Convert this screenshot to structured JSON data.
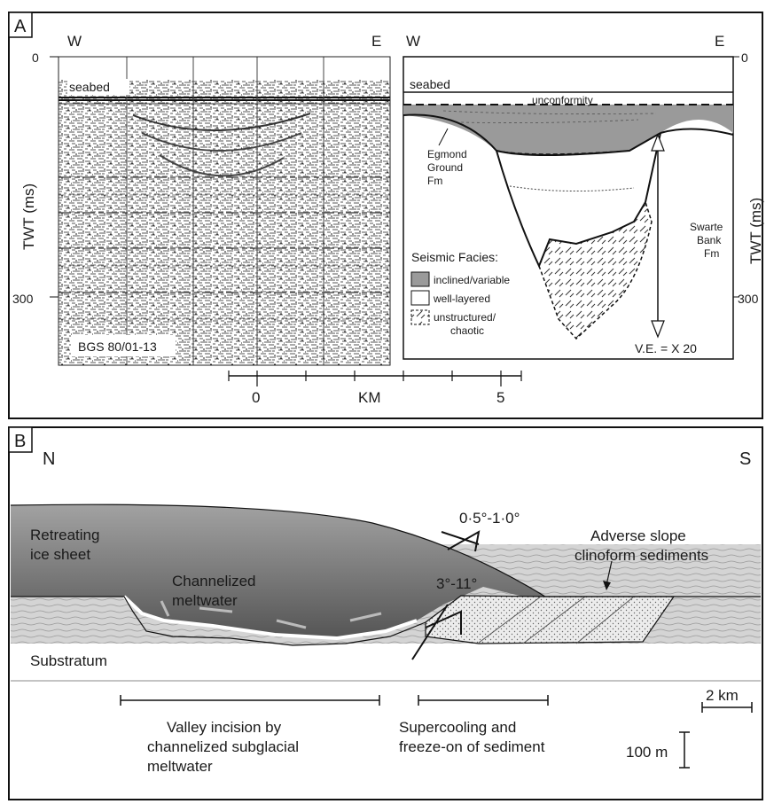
{
  "panel_a": {
    "label": "A",
    "seismic": {
      "west": "W",
      "east": "E",
      "tick_0": "0",
      "tick_300": "300",
      "axis_label": "TWT (ms)",
      "seabed": "seabed",
      "line_id": "BGS 80/01-13"
    },
    "interpretation": {
      "west": "W",
      "east": "E",
      "tick_0": "0",
      "tick_300": "300",
      "axis_label": "TWT (ms)",
      "seabed": "seabed",
      "unconformity": "unconformity",
      "egmond_1": "Egmond",
      "egmond_2": "Ground",
      "egmond_3": "Fm",
      "swarte_1": "Swarte",
      "swarte_2": "Bank",
      "swarte_3": "Fm",
      "legend_title": "Seismic Facies:",
      "legend": [
        {
          "label": "inclined/variable",
          "color": "#9a9a9a"
        },
        {
          "label": "well-layered",
          "color": "#ffffff"
        },
        {
          "label_1": "unstructured/",
          "label_2": "chaotic",
          "color": "#ffffff"
        }
      ],
      "ve": "V.E. = X 20"
    },
    "scale": {
      "start": "0",
      "unit": "KM",
      "end": "5"
    }
  },
  "panel_b": {
    "label": "B",
    "north": "N",
    "south": "S",
    "ice_1": "Retreating",
    "ice_2": "ice sheet",
    "angle_low": "0·5°-1·0°",
    "angle_high": "3°-11°",
    "adverse_1": "Adverse slope",
    "adverse_2": "clinoform sediments",
    "channel_1": "Channelized",
    "channel_2": "meltwater",
    "substratum": "Substratum",
    "valley_1": "Valley incision by",
    "valley_2": "channelized subglacial",
    "valley_3": "meltwater",
    "super_1": "Supercooling and",
    "super_2": "freeze-on of sediment",
    "scale_h": "2 km",
    "scale_v": "100 m",
    "colors": {
      "ice_top": "#9c9c9c",
      "ice_bottom": "#5e5e5e",
      "substratum": "#d2d2d2",
      "clinoform": "#e6e6e6"
    }
  }
}
